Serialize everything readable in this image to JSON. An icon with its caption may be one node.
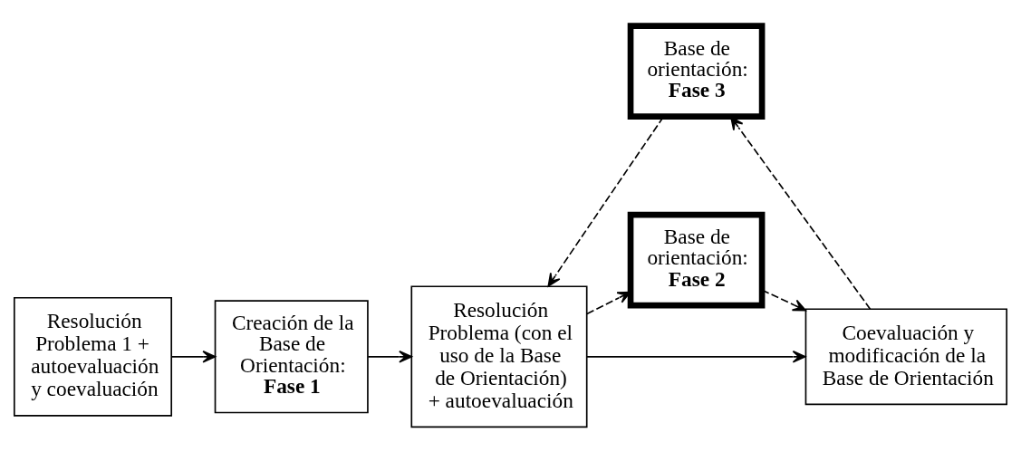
{
  "diagram": {
    "nodes": [
      {
        "text": [
          "Resolución Problema 1 + autoevaluación y coevaluación"
        ]
      },
      {
        "text": [
          "Creación de la Base de Orientación:",
          "Fase 1"
        ]
      },
      {
        "text": [
          "Resolución Problema (con el uso de la Base de Orientación) + autoevaluación"
        ]
      },
      {
        "text": [
          "Base de orientación:",
          "Fase 3"
        ]
      },
      {
        "text": [
          "Base de orientación:",
          "Fase 2"
        ]
      },
      {
        "text": [
          "Coevaluación y modificación de la Base de Orientación"
        ]
      }
    ],
    "edges": [
      {
        "from": 0,
        "to": 1,
        "arrow": "to"
      },
      {
        "from": 1,
        "to": 2,
        "arrow": "to"
      },
      {
        "from": 2,
        "to": 5,
        "arrow": "to"
      },
      {
        "from": 5,
        "to": 3,
        "arrow": "to",
        "style": "dashed"
      },
      {
        "from": 3,
        "to": 2,
        "arrow": "to",
        "style": "dashed"
      },
      {
        "from": 2,
        "to": 4,
        "arrow": "to",
        "style": "dashed"
      },
      {
        "from": 4,
        "to": 5,
        "arrow": "to",
        "style": "dashed"
      }
    ]
  }
}
